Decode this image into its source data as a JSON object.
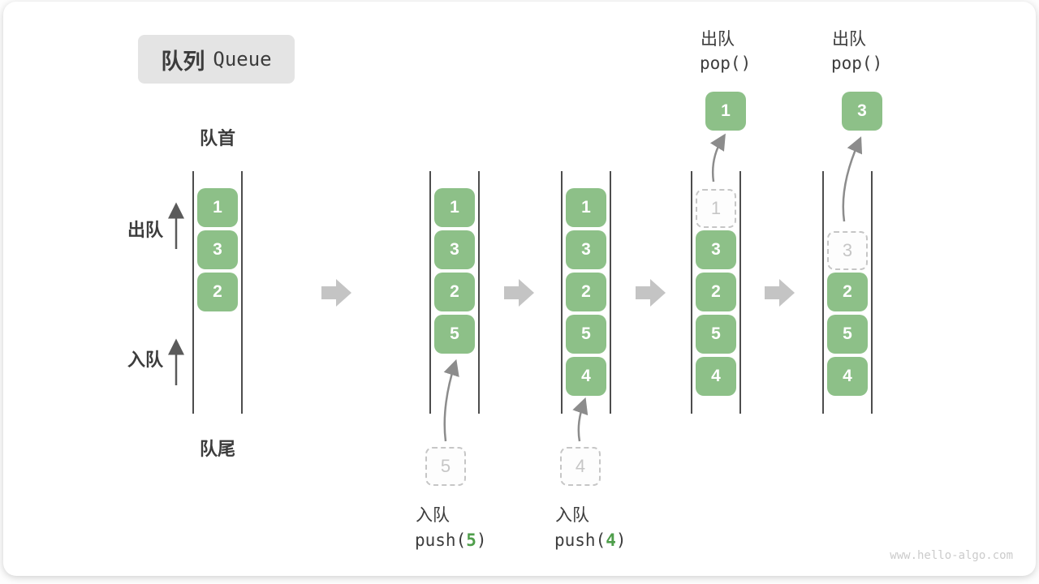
{
  "title": {
    "zh": "队列",
    "en": "Queue"
  },
  "labels": {
    "front": "队首",
    "rear": "队尾",
    "dequeue": "出队",
    "enqueue": "入队"
  },
  "queues": {
    "q1": {
      "items": [
        "1",
        "3",
        "2"
      ]
    },
    "q2": {
      "items": [
        "1",
        "3",
        "2",
        "5"
      ],
      "pending": "5",
      "op": {
        "zh": "入队",
        "fn": "push(",
        "arg": "5",
        "close": ")"
      }
    },
    "q3": {
      "items": [
        "1",
        "3",
        "2",
        "5",
        "4"
      ],
      "pending": "4",
      "op": {
        "zh": "入队",
        "fn": "push(",
        "arg": "4",
        "close": ")"
      }
    },
    "q4": {
      "ghost": "1",
      "items": [
        "3",
        "2",
        "5",
        "4"
      ],
      "popped": "1",
      "op": {
        "zh": "出队",
        "code": "pop()"
      }
    },
    "q5": {
      "ghost": "3",
      "items": [
        "2",
        "5",
        "4"
      ],
      "popped": "3",
      "op": {
        "zh": "出队",
        "code": "pop()"
      }
    }
  },
  "watermark": "www.hello-algo.com",
  "colors": {
    "box_green": "#8DC088",
    "arg_green": "#4F9E4B",
    "line_dark": "#4D4D4D",
    "text_dark": "#3C3C3C",
    "ghost_gray": "#C6C6C6",
    "big_arrow_gray": "#C4C4C4",
    "curve_arrow_gray": "#8C8C8C",
    "side_arrow_gray": "#5A5A5A",
    "title_bg": "#E4E4E4",
    "watermark_gray": "#CBCBCB"
  }
}
